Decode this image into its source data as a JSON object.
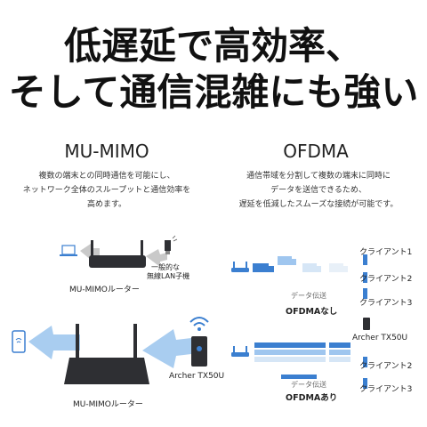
{
  "headline": {
    "line1": "低遅延で高効率、",
    "line2": "そして通信混雑にも強い"
  },
  "mumimo": {
    "title": "MU-MIMO",
    "description": "複数の端末との同時通信を可能にし、\nネットワーク全体のスループットと通信効率を\n高めます。",
    "top_diagram": {
      "router_label": "MU-MIMOルーター",
      "adapter_label_1": "一般的な",
      "adapter_label_2": "無線LAN子機"
    },
    "bottom_diagram": {
      "router_label": "MU-MIMOルーター",
      "adapter_label": "Archer TX50U"
    }
  },
  "ofdma": {
    "title": "OFDMA",
    "description": "通信帯域を分割して複数の端末に同時に\nデータを送信できるため、\n遅延を低減したスムーズな接続が可能です。",
    "top_diagram": {
      "clients": [
        "クライアント1",
        "クライアント2",
        "クライアント3"
      ],
      "transfer_label": "データ伝送",
      "caption": "OFDMAなし"
    },
    "bottom_diagram": {
      "adapter_label": "Archer TX50U",
      "clients": [
        "クライアント2",
        "クライアント3"
      ],
      "transfer_label": "データ伝送",
      "caption": "OFDMAあり"
    }
  },
  "colors": {
    "router_dark": "#2e2f33",
    "accent_blue": "#3b7fd0",
    "light_blue": "#9fc6ef",
    "arrow_gray": "#b9b9b9",
    "arrow_blue": "#a9cdf0"
  }
}
